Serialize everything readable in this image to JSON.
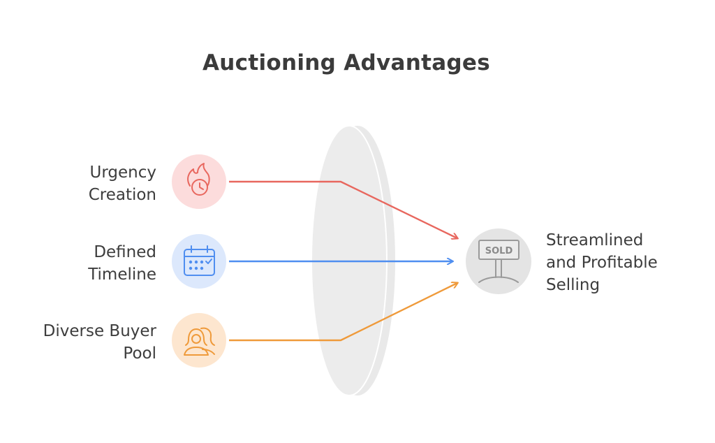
{
  "title": "Auctioning Advantages",
  "inputs": [
    {
      "line1": "Urgency",
      "line2": "Creation",
      "icon": "flame-clock-icon",
      "color": "#e8675e",
      "bg": "#fcdcdc"
    },
    {
      "line1": "Defined",
      "line2": "Timeline",
      "icon": "calendar-icon",
      "color": "#4f8ef0",
      "bg": "#dce8fc"
    },
    {
      "line1": "Diverse Buyer",
      "line2": "Pool",
      "icon": "people-icon",
      "color": "#ef9a3a",
      "bg": "#fde6cf"
    }
  ],
  "output": {
    "line1": "Streamlined",
    "line2": "and Profitable",
    "line3": "Selling",
    "icon": "sold-sign-icon",
    "sign_text": "SOLD"
  }
}
